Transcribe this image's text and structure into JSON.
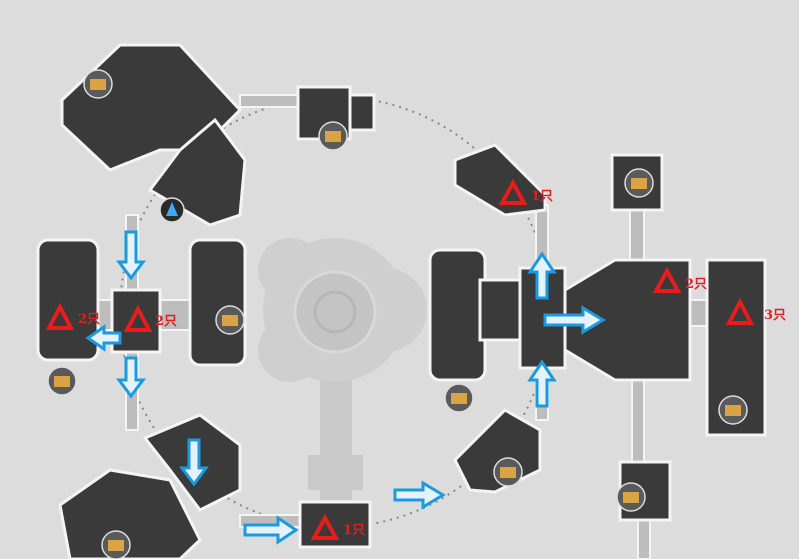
{
  "map": {
    "enemy_markers": [
      {
        "label": "1只",
        "count": 1
      },
      {
        "label": "2只",
        "count": 2
      },
      {
        "label": "2只",
        "count": 2
      },
      {
        "label": "2只",
        "count": 2
      },
      {
        "label": "3只",
        "count": 3
      },
      {
        "label": "1只",
        "count": 1
      }
    ],
    "colors": {
      "marker": "#e81c1c",
      "route_arrow": "#1a9be0",
      "room": "#3a3a3a",
      "background": "#dcdcdc",
      "chest": "#d9a441"
    }
  }
}
